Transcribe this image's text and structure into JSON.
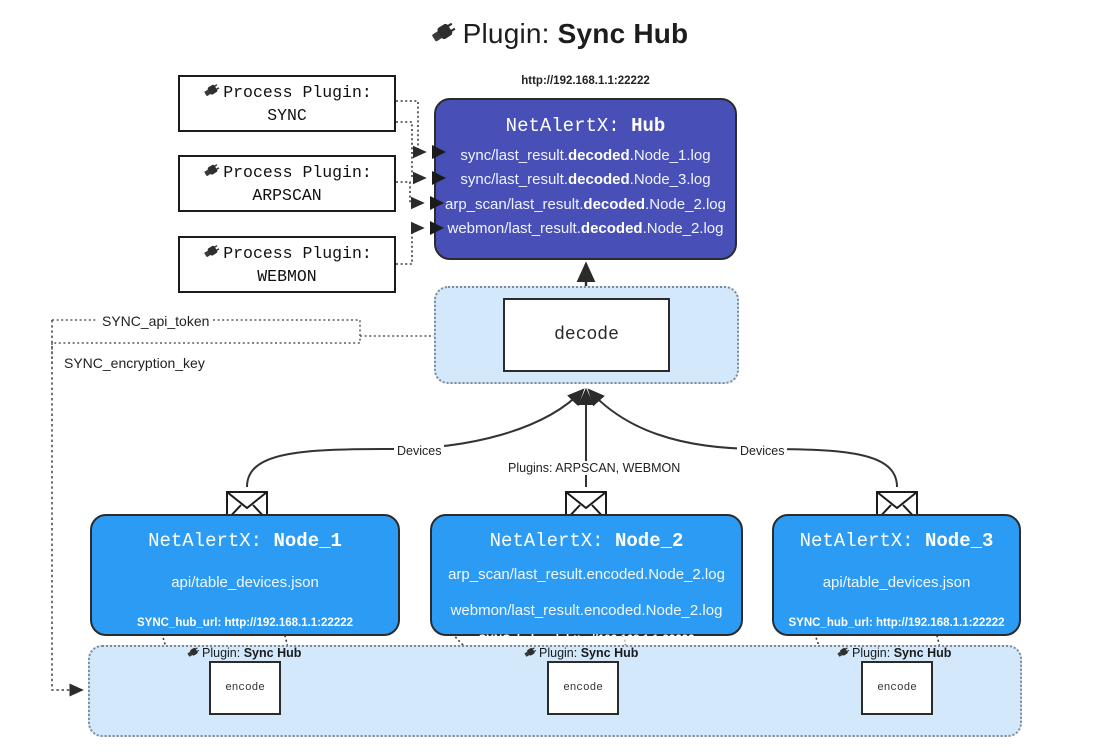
{
  "title": {
    "icon": "plug-icon",
    "prefix": "Plugin:",
    "name": "Sync Hub"
  },
  "process_plugins": [
    {
      "icon": "plug-icon",
      "line1": "Process Plugin:",
      "line2": "SYNC"
    },
    {
      "icon": "plug-icon",
      "line1": "Process Plugin:",
      "line2": "ARPSCAN"
    },
    {
      "icon": "plug-icon",
      "line1": "Process Plugin:",
      "line2": "WEBMON"
    }
  ],
  "hub": {
    "url": "http://192.168.1.1:22222",
    "title_prefix": "NetAlertX:",
    "title_name": "Hub",
    "logs": [
      {
        "pre": "sync/last_result.",
        "em": "decoded",
        "post": ".Node_1.log"
      },
      {
        "pre": "sync/last_result.",
        "em": "decoded",
        "post": ".Node_3.log"
      },
      {
        "pre": "arp_scan/last_result.",
        "em": "decoded",
        "post": ".Node_2.log"
      },
      {
        "pre": "webmon/last_result.",
        "em": "decoded",
        "post": ".Node_2.log"
      }
    ]
  },
  "decode": {
    "label": "decode"
  },
  "secrets": {
    "api_token": "SYNC_api_token",
    "encryption_key": "SYNC_encryption_key"
  },
  "edge_labels": {
    "devices_left": "Devices",
    "devices_right": "Devices",
    "plugins_center": "Plugins: ARPSCAN, WEBMON"
  },
  "nodes": [
    {
      "id": "node1",
      "icon": "envelope-icon",
      "title_prefix": "NetAlertX:",
      "title_name": "Node_1",
      "lines": [
        "api/table_devices.json"
      ],
      "footer": "SYNC_hub_url: http://192.168.1.1:22222"
    },
    {
      "id": "node2",
      "icon": "envelope-icon",
      "title_prefix": "NetAlertX:",
      "title_name": "Node_2",
      "lines": [
        "arp_scan/last_result.encoded.Node_2.log",
        "webmon/last_result.encoded.Node_2.log"
      ],
      "footer": "SYNC_hub_url: http://192.168.1.1:22222"
    },
    {
      "id": "node3",
      "icon": "envelope-icon",
      "title_prefix": "NetAlertX:",
      "title_name": "Node_3",
      "lines": [
        "api/table_devices.json"
      ],
      "footer": "SYNC_hub_url: http://192.168.1.1:22222"
    }
  ],
  "encoders": [
    {
      "icon": "plug-icon",
      "label_prefix": "Plugin:",
      "label_name": "Sync Hub",
      "box": "encode"
    },
    {
      "icon": "plug-icon",
      "label_prefix": "Plugin:",
      "label_name": "Sync Hub",
      "box": "encode"
    },
    {
      "icon": "plug-icon",
      "label_prefix": "Plugin:",
      "label_name": "Sync Hub",
      "box": "encode"
    }
  ],
  "colors": {
    "hub_fill": "#4850b7",
    "node_fill": "#2b9bf4",
    "panel_fill": "#d3e8fb",
    "stroke": "#2b2b2b",
    "page_bg": "#ffffff"
  }
}
